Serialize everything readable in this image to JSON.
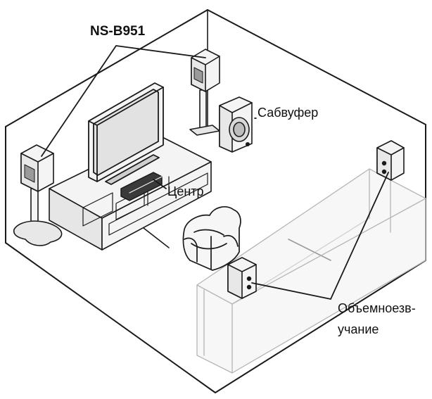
{
  "labels": {
    "front_speakers": "NS-B951",
    "subwoofer": "Сабвуфер",
    "center": "Центр",
    "surround_line1": "Объемноезв-",
    "surround_line2": "учание"
  },
  "colors": {
    "stroke": "#1a1a1a",
    "panel_fill": "#f4f4f4",
    "shade_fill": "#d9d9d9",
    "dark_fill": "#3a3a3a",
    "bench_stroke": "#b5b5b5"
  },
  "icons": {
    "front_left": "bookshelf-speaker-on-stand-icon",
    "front_right": "bookshelf-speaker-on-stand-icon",
    "center": "center-speaker-icon",
    "subwoofer": "subwoofer-icon",
    "surround_left": "bookshelf-speaker-icon",
    "surround_right": "bookshelf-speaker-icon",
    "tv": "flat-tv-icon",
    "cabinet": "tv-cabinet-icon",
    "armchair": "armchair-icon"
  }
}
